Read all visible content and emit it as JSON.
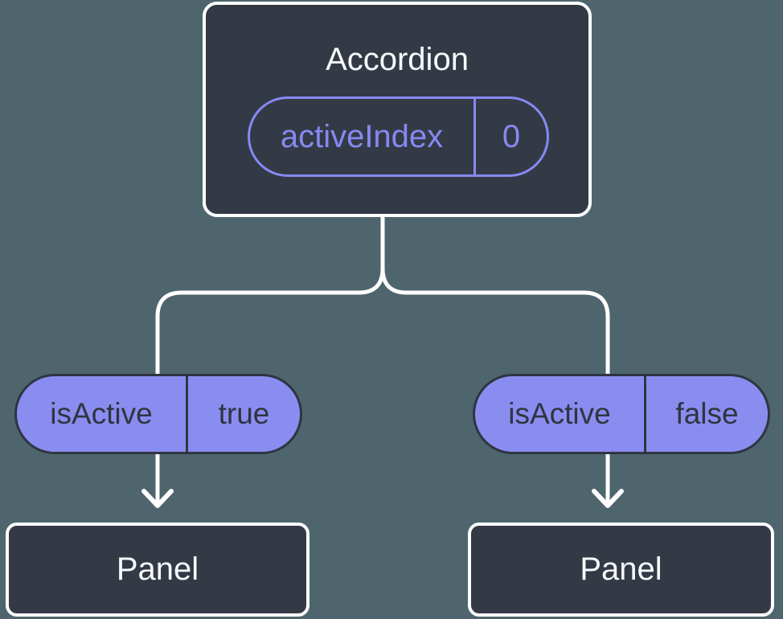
{
  "colors": {
    "background": "#4e656e",
    "node_fill": "#333a46",
    "node_border": "#ffffff",
    "accent_purple": "#8689f2",
    "pill_fill": "#8a8df0",
    "pill_dark": "#2f3540",
    "connector": "#ffffff"
  },
  "diagram": {
    "root": {
      "title": "Accordion",
      "prop": {
        "name": "activeIndex",
        "value": "0"
      }
    },
    "children": [
      {
        "key": "isActive",
        "value": "true",
        "panel": "Panel"
      },
      {
        "key": "isActive",
        "value": "false",
        "panel": "Panel"
      }
    ]
  }
}
